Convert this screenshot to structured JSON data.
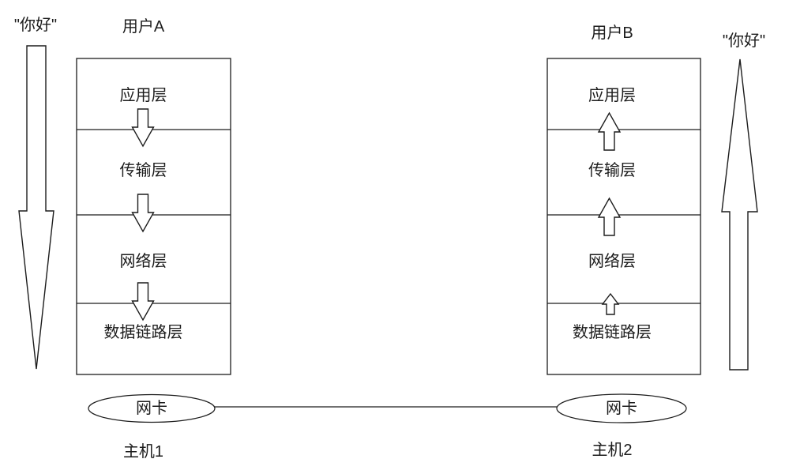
{
  "diagram": {
    "title_hint": "layered network communication between two hosts",
    "colors": {
      "background": "#ffffff",
      "line": "#1c1c1c",
      "text": "#1c1c1c"
    },
    "left": {
      "message": "\"你好\"",
      "user": "用户A",
      "layers": [
        "应用层",
        "传输层",
        "网络层",
        "数据链路层"
      ],
      "nic": "网卡",
      "host": "主机1"
    },
    "right": {
      "message": "\"你好\"",
      "user": "用户B",
      "layers": [
        "应用层",
        "传输层",
        "网络层",
        "数据链路层"
      ],
      "nic": "网卡",
      "host": "主机2"
    }
  }
}
